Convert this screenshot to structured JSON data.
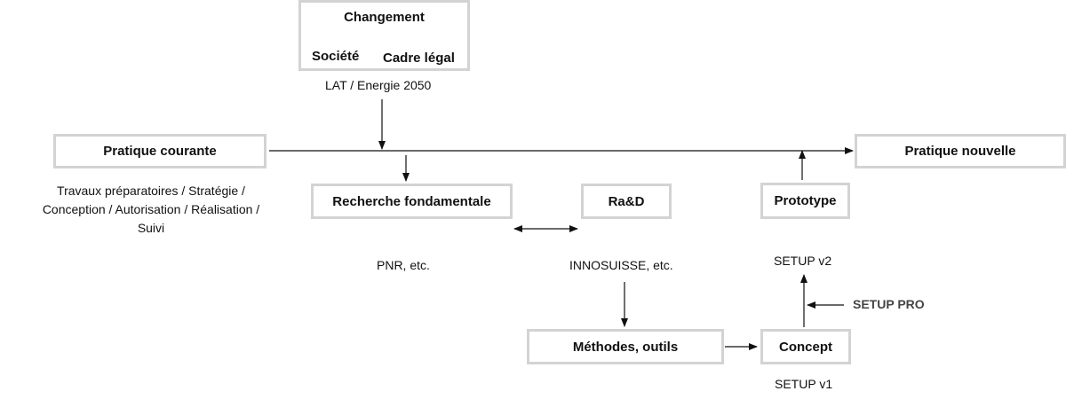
{
  "changement": {
    "title": "Changement",
    "left": "Société",
    "right": "Cadre légal",
    "caption": "LAT / Energie 2050"
  },
  "pratique_courante": {
    "title": "Pratique courante",
    "caption_line1": "Travaux préparatoires / Stratégie /",
    "caption_line2": "Conception  / Autorisation / Réalisation /",
    "caption_line3": "Suivi"
  },
  "pratique_nouvelle": {
    "title": "Pratique nouvelle"
  },
  "recherche": {
    "title": "Recherche fondamentale",
    "caption": "PNR, etc."
  },
  "rad": {
    "title": "Ra&D",
    "caption": "INNOSUISSE, etc."
  },
  "methodes": {
    "title": "Méthodes, outils"
  },
  "concept": {
    "title": "Concept",
    "caption": "SETUP v1"
  },
  "prototype": {
    "title": "Prototype",
    "caption": "SETUP v2"
  },
  "setup_pro": {
    "label": "SETUP PRO"
  }
}
